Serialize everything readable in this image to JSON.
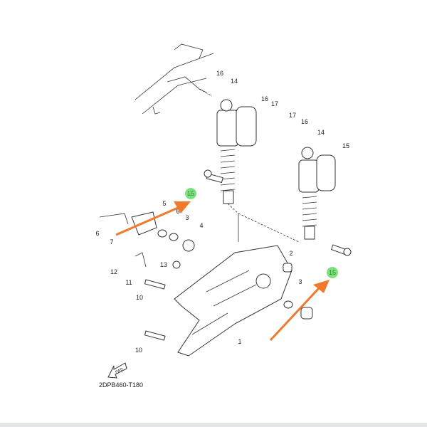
{
  "diagram": {
    "callouts": [
      "16",
      "14",
      "16",
      "17",
      "17",
      "16",
      "14",
      "15",
      "15",
      "5",
      "6",
      "3",
      "4",
      "6",
      "7",
      "2",
      "12",
      "11",
      "13",
      "10",
      "3",
      "15",
      "1",
      "10"
    ],
    "fwd_label": "FWD",
    "drawing_code": "2DPB460-T180",
    "colors": {
      "arrow": "#f07a2a",
      "highlight": "#7ee07e",
      "line": "#333333"
    }
  }
}
